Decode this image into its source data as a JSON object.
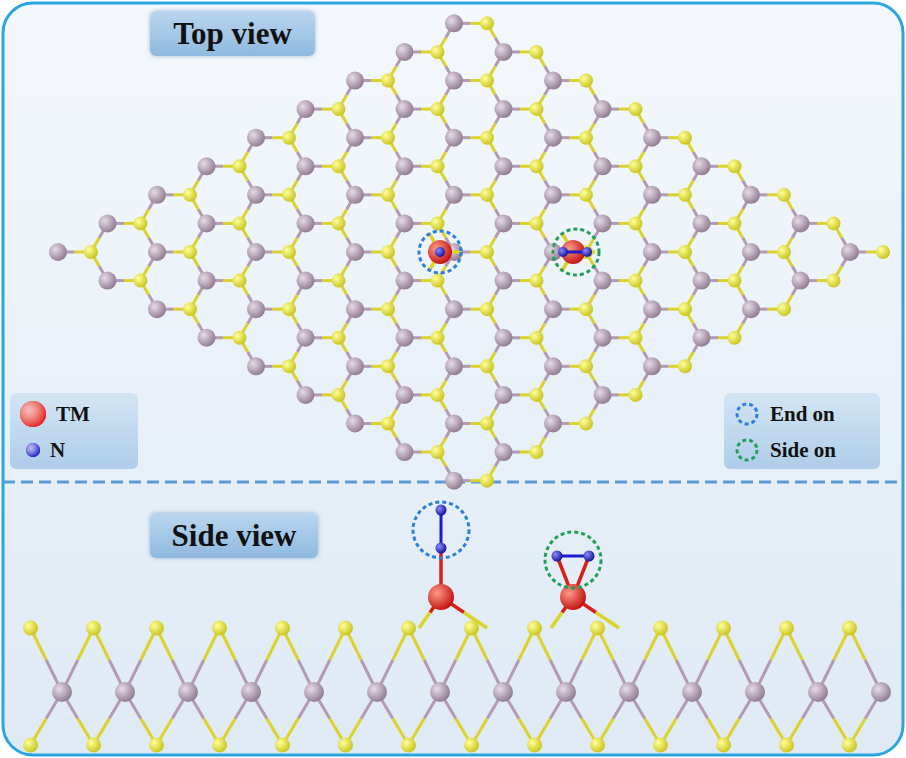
{
  "diagram": {
    "nodes": [
      {
        "text": [
          "Top view"
        ]
      },
      {
        "text": [
          "Side view"
        ]
      }
    ],
    "legend": [
      {
        "text": "TM",
        "color": "#e3201c"
      },
      {
        "text": "N",
        "color": "#1c1ccc"
      },
      {
        "text": "End on"
      },
      {
        "text": "Side on"
      }
    ]
  }
}
